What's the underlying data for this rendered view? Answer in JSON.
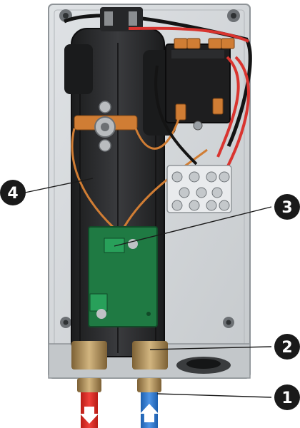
{
  "callouts": [
    {
      "id": "1",
      "label": "1"
    },
    {
      "id": "2",
      "label": "2"
    },
    {
      "id": "3",
      "label": "3"
    },
    {
      "id": "4",
      "label": "4"
    }
  ],
  "colors": {
    "panel": "#d3d6d9",
    "panel_edge": "#9ea3a8",
    "tank": "#2a2b2d",
    "relay": "#1e1e1f",
    "pcb": "#1f7a43",
    "terminal_block": "#e9ebed",
    "wire_red": "#d9342f",
    "wire_orange": "#d07d34",
    "wire_black": "#141414",
    "pipe_outlet": "#e0271f",
    "pipe_inlet": "#2f7bd6",
    "brass": "#b38f55",
    "callout": "#1a1a1a"
  },
  "icons": [
    "arrow-down-icon",
    "arrow-up-icon"
  ]
}
